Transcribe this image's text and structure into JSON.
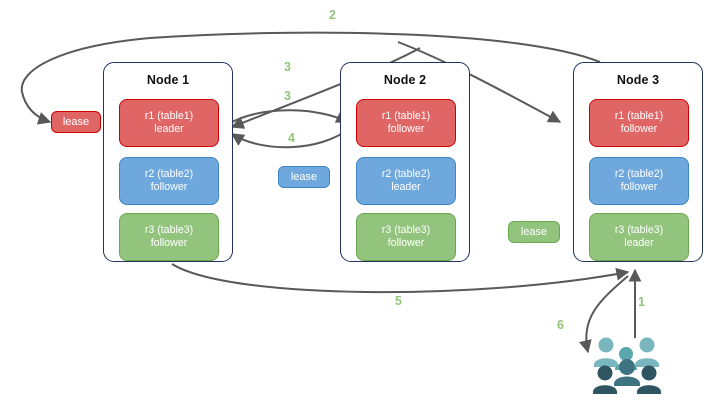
{
  "diagram": {
    "title": "raft-lease-distribution",
    "colors": {
      "red": "#e06666",
      "red_border": "#cc0000",
      "blue": "#6fa8dc",
      "blue_border": "#3d85c6",
      "green": "#93c47d",
      "green_border": "#6aa84f",
      "node_border": "#23335c",
      "edge": "#595959",
      "label": "#93c47d",
      "people_light": "#78b7bd",
      "people_dark": "#2f5562"
    }
  },
  "nodes": [
    {
      "title": "Node 1",
      "replicas": [
        {
          "name": "r1 (table1)",
          "role": "leader",
          "color": "red"
        },
        {
          "name": "r2 (table2)",
          "role": "follower",
          "color": "blue"
        },
        {
          "name": "r3 (table3)",
          "role": "follower",
          "color": "green"
        }
      ]
    },
    {
      "title": "Node 2",
      "replicas": [
        {
          "name": "r1 (table1)",
          "role": "follower",
          "color": "red"
        },
        {
          "name": "r2 (table2)",
          "role": "leader",
          "color": "blue"
        },
        {
          "name": "r3 (table3)",
          "role": "follower",
          "color": "green"
        }
      ]
    },
    {
      "title": "Node 3",
      "replicas": [
        {
          "name": "r1 (table1)",
          "role": "follower",
          "color": "red"
        },
        {
          "name": "r2 (table2)",
          "role": "follower",
          "color": "blue"
        },
        {
          "name": "r3 (table3)",
          "role": "leader",
          "color": "green"
        }
      ]
    }
  ],
  "leases": [
    {
      "label": "lease",
      "color": "red",
      "for_range": "r1 (table1)"
    },
    {
      "label": "lease",
      "color": "blue",
      "for_range": "r2 (table2)"
    },
    {
      "label": "lease",
      "color": "green",
      "for_range": "r3 (table3)"
    }
  ],
  "edges": [
    {
      "label": "1",
      "from": "clients",
      "to": "Node 3"
    },
    {
      "label": "2",
      "from": "Node 3",
      "to": "lease-red"
    },
    {
      "label": "3",
      "from": "Node 3",
      "to": "Node 1 r1"
    },
    {
      "label": "3",
      "from": "Node 1 r1",
      "to": "Node 2 r1"
    },
    {
      "label": "4",
      "from": "Node 2 r1",
      "to": "Node 1 r1"
    },
    {
      "label": "5",
      "from": "Node 1",
      "to": "Node 3"
    },
    {
      "label": "6",
      "from": "Node 3",
      "to": "clients"
    }
  ],
  "actors": {
    "clients_icon": "users-icon"
  }
}
